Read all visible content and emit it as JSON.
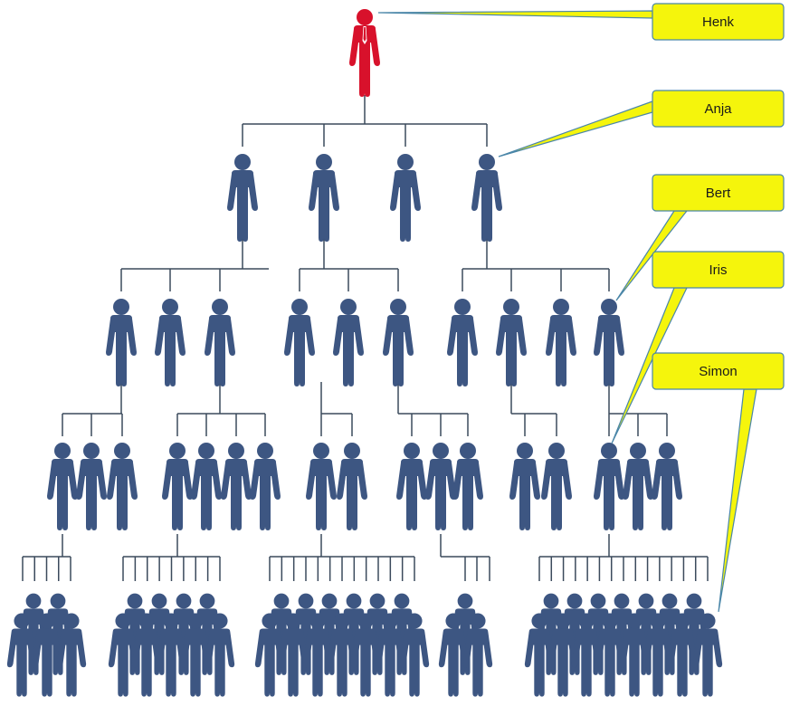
{
  "colors": {
    "figure": "#3d5682",
    "top_figure": "#d8112b",
    "connector": "#3b4a5c",
    "callout_fill": "#f5f50c",
    "callout_stroke": "#4a86a8",
    "text": "#1a1a1a"
  },
  "icons": {
    "person": "person-icon",
    "leader": "red-leader-person-icon"
  },
  "callouts": [
    {
      "id": "henk",
      "label": "Henk"
    },
    {
      "id": "anja",
      "label": "Anja"
    },
    {
      "id": "bert",
      "label": "Bert"
    },
    {
      "id": "iris",
      "label": "Iris"
    },
    {
      "id": "simon",
      "label": "Simon"
    }
  ]
}
